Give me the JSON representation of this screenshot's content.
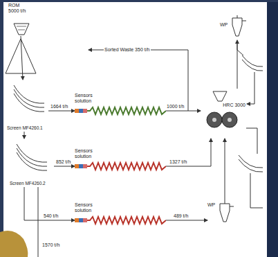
{
  "diagram": {
    "nodes": [
      {
        "text": [
          "ROM",
          "5000 t/h"
        ]
      },
      {
        "text": [
          "Screen MF4260.1"
        ]
      },
      {
        "text": [
          "Screen MF4260.2"
        ]
      },
      {
        "text": [
          "Sensors solution"
        ]
      },
      {
        "text": [
          "Sensors solution"
        ]
      },
      {
        "text": [
          "Sensors solution"
        ]
      },
      {
        "text": [
          "HRC 3000"
        ]
      },
      {
        "text": [
          "WP"
        ]
      },
      {
        "text": [
          "WP"
        ]
      }
    ],
    "edges": [
      {
        "from": 0,
        "to": 1,
        "arrow": "to"
      },
      {
        "from": 1,
        "to": 3,
        "label": "1664 t/h",
        "arrow": "to"
      },
      {
        "from": 1,
        "to": 2,
        "arrow": "to"
      },
      {
        "from": 2,
        "to": 4,
        "label": "852 t/h",
        "arrow": "to"
      },
      {
        "from": 2,
        "to": 5,
        "label": "540 t/h",
        "arrow": "to"
      },
      {
        "from": 3,
        "to": 6,
        "label": "1000 t/h",
        "arrow": "to"
      },
      {
        "from": 4,
        "to": 6,
        "label": "1327 t/h",
        "arrow": "to"
      },
      {
        "from": 5,
        "to": 8,
        "label": "489 t/h",
        "arrow": "to"
      },
      {
        "from": 8,
        "to": 6,
        "arrow": "to"
      },
      {
        "from": 6,
        "to": 7,
        "arrow": "to"
      }
    ],
    "labels": [
      "Sorted Waste 350 t/h",
      "1570 t/h"
    ]
  }
}
